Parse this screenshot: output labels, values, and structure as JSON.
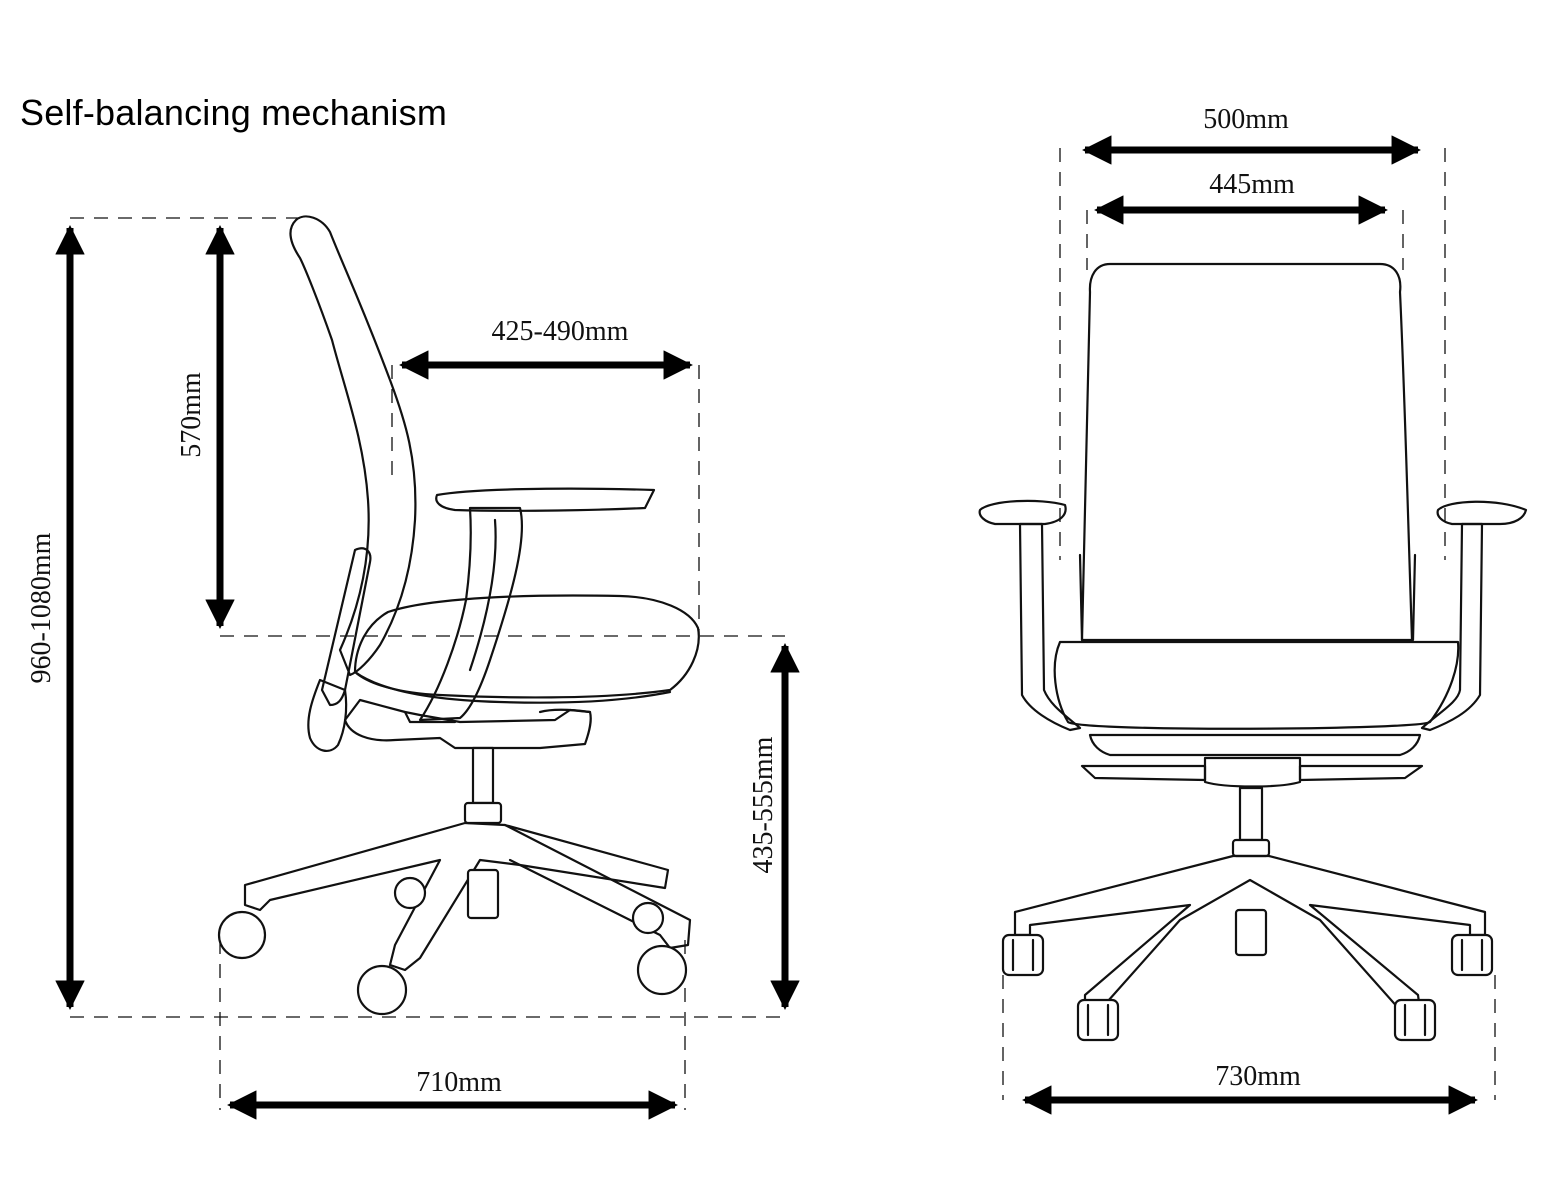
{
  "title": "Self-balancing mechanism",
  "dimensions": {
    "overall_height": "960-1080mm",
    "backrest_height": "570mm",
    "seat_depth": "425-490mm",
    "seat_height": "435-555mm",
    "base_depth": "710mm",
    "back_width": "500mm",
    "seat_width": "445mm",
    "base_width": "730mm"
  }
}
